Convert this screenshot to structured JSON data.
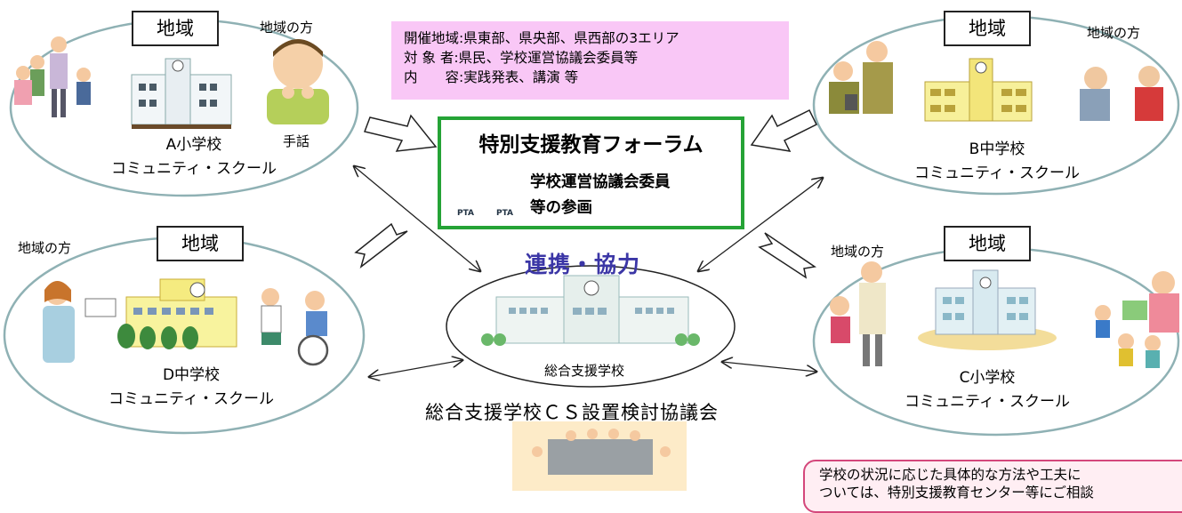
{
  "info_box": {
    "row1_key": "開催地域",
    "row1_val": "県東部、県央部、県西部の3エリア",
    "row2_key": "対 象 者",
    "row2_val": "県民、学校運営協議会委員等",
    "row3_key": "内　　容",
    "row3_val": "実践発表、講演 等",
    "colon": ":"
  },
  "forum": {
    "title": "特別支援教育フォーラム",
    "sub_line1": "学校運営協議会委員",
    "sub_line2": "等の参画",
    "badge": "PTA"
  },
  "renkei": "連携・協力",
  "center": {
    "school_label": "総合支援学校",
    "council": "総合支援学校ＣＳ設置検討協議会"
  },
  "schools": {
    "a": {
      "region": "地域",
      "person": "地域の方",
      "extra": "手話",
      "line1": "A小学校",
      "line2": "コミュニティ・スクール"
    },
    "b": {
      "region": "地域",
      "person": "地域の方",
      "line1": "B中学校",
      "line2": "コミュニティ・スクール"
    },
    "c": {
      "region": "地域",
      "person": "地域の方",
      "line1": "C小学校",
      "line2": "コミュニティ・スクール"
    },
    "d": {
      "region": "地域",
      "person": "地域の方",
      "line1": "D中学校",
      "line2": "コミュニティ・スクール"
    }
  },
  "note": {
    "line1": "学校の状況に応じた具体的な方法や工夫に",
    "line2": "ついては、特別支援教育センター等にご相談"
  },
  "colors": {
    "ellipse_stroke": "#8fb1b4",
    "info_bg": "#f9c7f6",
    "forum_border": "#25a336",
    "renkei": "#3b36a6",
    "note_border": "#d4477b"
  }
}
